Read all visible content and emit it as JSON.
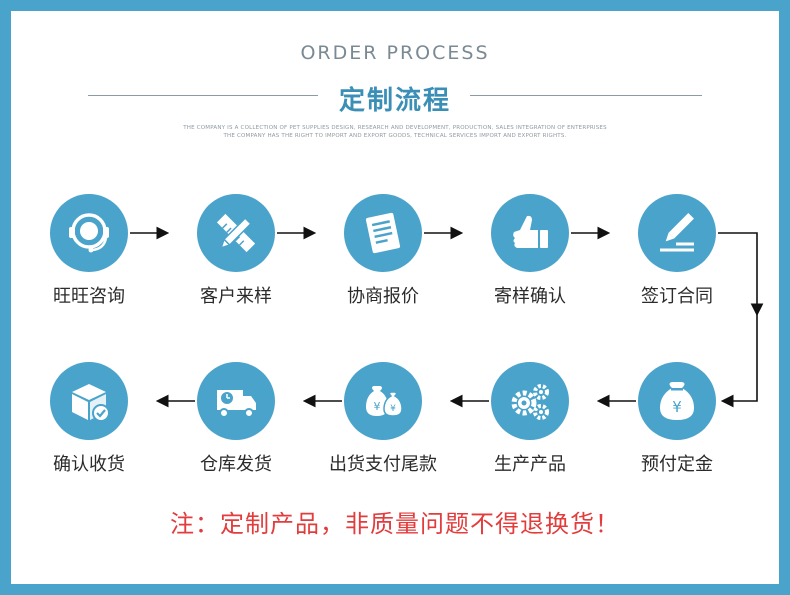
{
  "header": {
    "title_en": "ORDER PROCESS",
    "title_zh": "定制流程",
    "subline_1": "THE COMPANY IS A COLLECTION OF PET SUPPLIES DESIGN, RESEARCH AND DEVELOPMENT, PRODUCTION, SALES INTEGRATION OF ENTERPRISES",
    "subline_2": "THE COMPANY HAS THE RIGHT TO IMPORT AND EXPORT GOODS, TECHNICAL SERVICES IMPORT AND EXPORT RIGHTS."
  },
  "steps_row1": [
    {
      "label": "旺旺咨询",
      "icon": "headset-icon"
    },
    {
      "label": "客户来样",
      "icon": "design-tools-icon"
    },
    {
      "label": "协商报价",
      "icon": "document-icon"
    },
    {
      "label": "寄样确认",
      "icon": "thumbs-up-icon"
    },
    {
      "label": "签订合同",
      "icon": "pen-sign-icon"
    }
  ],
  "steps_row2": [
    {
      "label": "确认收货",
      "icon": "package-check-icon"
    },
    {
      "label": "仓库发货",
      "icon": "delivery-truck-icon"
    },
    {
      "label": "出货支付尾款",
      "icon": "money-bags-icon"
    },
    {
      "label": "生产产品",
      "icon": "gears-icon"
    },
    {
      "label": "预付定金",
      "icon": "money-bag-icon"
    }
  ],
  "notice": "注：定制产品，非质量问题不得退换货！",
  "colors": {
    "frame": "#4aa3cb",
    "circle": "#4aa3cb",
    "title_zh": "#3b8fb6",
    "notice": "#e23c3c"
  }
}
